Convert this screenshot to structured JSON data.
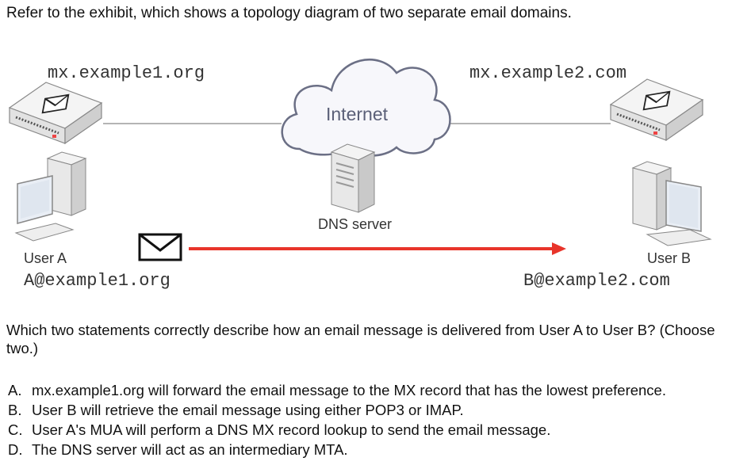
{
  "intro": "Refer to the exhibit, which shows a topology diagram of two separate email domains.",
  "diagram": {
    "mx_left": "mx.example1.org",
    "mx_right": "mx.example2.com",
    "internet": "Internet",
    "dns": "DNS server",
    "user_a": "User A",
    "user_a_email": "A@example1.org",
    "user_b": "User B",
    "user_b_email": "B@example2.com",
    "arrow_color": "#e8342a"
  },
  "question": "Which two statements correctly describe how an email message is delivered from User A to User B? (Choose two.)",
  "options": [
    {
      "letter": "A.",
      "text": "mx.example1.org will forward the email message to the MX record that has the lowest preference."
    },
    {
      "letter": "B.",
      "text": "User B will retrieve the email message using either POP3 or IMAP."
    },
    {
      "letter": "C.",
      "text": "User A's MUA will perform a DNS MX record lookup to send the email message."
    },
    {
      "letter": "D.",
      "text": "The DNS server will act as an intermediary MTA."
    }
  ]
}
